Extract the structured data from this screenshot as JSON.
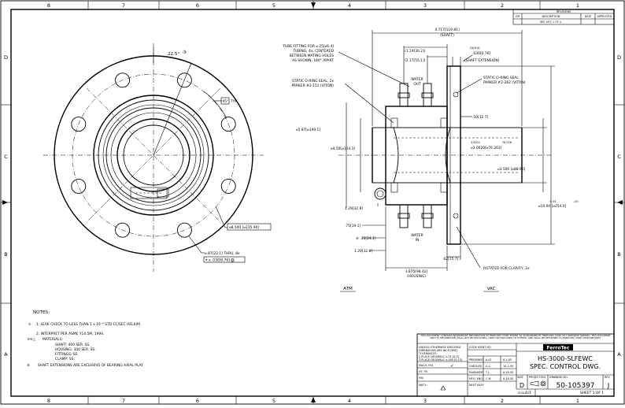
{
  "zones": {
    "columns": [
      "8",
      "7",
      "6",
      "5",
      "4",
      "3",
      "2",
      "1"
    ],
    "rows": [
      "D",
      "C",
      "B",
      "A"
    ]
  },
  "revisions": {
    "title": "REVISIONS",
    "headers": [
      "LTR",
      "DESCRIPTION",
      "DATE",
      "APPROVED"
    ],
    "row": "SEE SHT. 1 OF 2."
  },
  "left_view": {
    "angle": "22.5°",
    "angle_ref": "③",
    "typ_angle": "45°",
    "typ_label": "TYP.",
    "bolt_circle": "⌀8.500 [⌀215.90]",
    "holes_note": "⌀.87[22.1] THRU, 8x",
    "holes_tol": "⌖ ⌀ .030[0.76] Ⓜ"
  },
  "right_view": {
    "shaft_length": "4.717[119.81]",
    "shaft_label": "(SHAFT)",
    "tube_note": [
      "TUBE FITTING FOR ⌀.25[⌀6.4]",
      "TUBING, 4x, CENTERED",
      "BETWEEN MATING HOLES",
      "AS SHOWN, 180° APART"
    ],
    "dim_119": "(1.19[30.2])",
    "dim_217": "(2.17[55.1])",
    "water_out": [
      "WATER",
      "OUT"
    ],
    "shaft_ext_dim": ".030[0.76]",
    "shaft_ext_extra": ".25[6.4]",
    "shaft_ext_label": "(SHAFT EXTENSION)",
    "static_seal_left": [
      "STATIC O-RING SEAL, 2x",
      "PARKER #2-151 (VITON)"
    ],
    "static_seal_right": [
      "STATIC O-RING SEAL",
      "PARKER #2-262 (VITON)"
    ],
    "dim_050": ".50[12.7]",
    "dim_587": "⌀5.87[⌀149.1]",
    "dim_450": "⌀4.50[⌀114.3]",
    "dim_3002": "⌀3.0020[⌀76.263]",
    "dim_3002_tol_a": "3.0022",
    "dim_3002_tol_b": "76.258",
    "dim_3500": "⌀3.500 [⌀88.90]",
    "dim_1000": "⌀10.00 [⌀254.0]",
    "dim_1000_tol_a": "+.03",
    "dim_1000_tol_b": "-.00",
    "dim_129a": "1.29[32.8]",
    "dim_075": ".75[19.1]",
    "dim_035": "⑥ .35[24.1]",
    "dim_129b": "1.29[32.8]",
    "water_in": [
      "WATER",
      "IN"
    ],
    "dim_062": ".62[15.7]",
    "dim_3875": "3.875[98.42]",
    "housing_label": "(HOUSING)",
    "rotated_note": "ROTATED FOR CLARITY, 2x",
    "atm": "ATM",
    "vac": "VAC"
  },
  "notes": {
    "title": "NOTES:",
    "items": [
      {
        "mark": "①",
        "text": "1.  LEAK CHECK TO LESS THAN 1 x 10⁻⁹ STD CC/SEC HELIUM."
      },
      {
        "mark": "",
        "text": "2.  INTERPRET PER ASME Y14.5M, 1994."
      },
      {
        "mark": "③④△",
        "text": "MATERIALS:"
      },
      {
        "mark": "",
        "text": "SHAFT:  400 SER. SS."
      },
      {
        "mark": "",
        "text": "HOUSING:  300 SER. SS."
      },
      {
        "mark": "",
        "text": "FITTINGS:  SS."
      },
      {
        "mark": "",
        "text": "CLAMP:  SS."
      },
      {
        "mark": "⑥",
        "text": "SHAFT EXTENSIONS ARE EXCLUSIVE OF BEARING AXIAL PLAY."
      }
    ]
  },
  "title_block": {
    "proprietary": "THIS DOCUMENT CONTAINS PROPRIETARY INFORMATION OF FERROTEC CORP. EXCEPT AS AUTHORIZED BY FERROTEC CORP. IN A SEPARATE WRITING, THIS DOCUMENT AND ITS INFORMATION SHALL NOT BE DISCLOSED, USED OR DISCLOSED TO OTHERS, AND SHALL BE RETURNED TO FERROTEC CORP. UPON REQUEST.",
    "tolerance_lines": [
      "UNLESS OTHERWISE SPECIFIED",
      "DIMENSIONS ARE INCH [MM]",
      "TOLERANCES:",
      "2 PLACE DECIMALS  ±.01 [0.3]",
      "3 PLACE DECIMALS  ±.005 [0.13]"
    ],
    "mach_fin": "MACH. FIN.",
    "ht_tr": "HT. TR.",
    "fin": "FIN.",
    "mat": "MAT'L:",
    "check": "✓",
    "code_ident": "CODE IDENT NO.",
    "approvals": [
      {
        "role": "PREPARED",
        "name": "K.AT",
        "date": "8-1-05"
      },
      {
        "role": "CHECKED",
        "name": "G.C.",
        "date": "10-2-05"
      },
      {
        "role": "ENGINEER",
        "name": "T.J.",
        "date": "8-18-05"
      },
      {
        "role": "MFG. ENG.",
        "name": "C.M.",
        "date": "8-18-05"
      }
    ],
    "next_assy": "NEXT ASSY",
    "logo": "FerroTec",
    "title1": "HS-3000-SLFEWC",
    "title2": "SPEC. CONTROL DWG.",
    "size_label": "SIZE",
    "size": "D",
    "projection_label": "PROJECTION",
    "drawing_no_label": "DRAWING NO.",
    "drawing_no": "50-105397",
    "rev_label": "REV",
    "rev": "J",
    "scale_label": "SCALE",
    "scale": "1/1",
    "sheet": "SHEET  1  OF  1"
  }
}
